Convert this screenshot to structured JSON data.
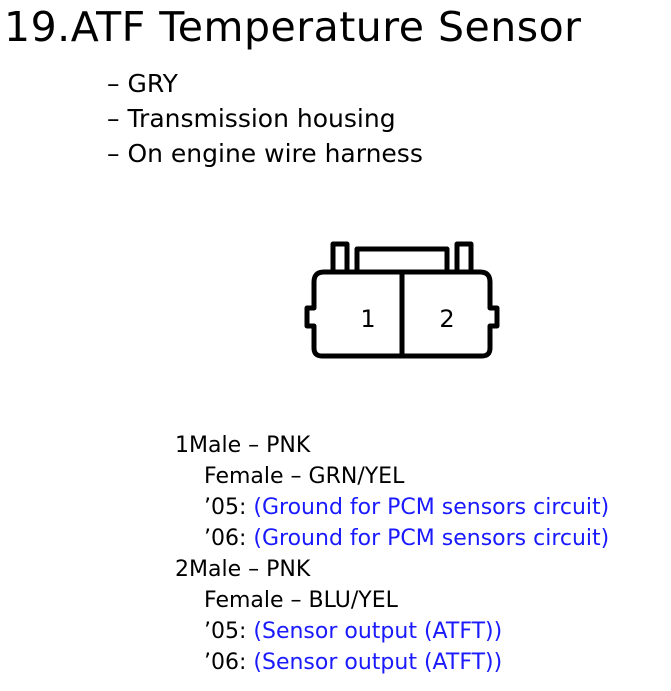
{
  "title": "19.ATF Temperature Sensor",
  "info": [
    "– GRY",
    "– Transmission housing",
    "– On engine wire harness"
  ],
  "connector": {
    "pin_labels": [
      "1",
      "2"
    ]
  },
  "pins": [
    {
      "number": "1",
      "male": "Male – PNK",
      "female": "Female – GRN/YEL",
      "year_05_label": "’05:",
      "year_05_value": "(Ground for PCM sensors circuit)",
      "year_06_label": "’06:",
      "year_06_value": "(Ground for PCM sensors circuit)"
    },
    {
      "number": "2",
      "male": "Male – PNK",
      "female": "Female – BLU/YEL",
      "year_05_label": "’05:",
      "year_05_value": "(Sensor output (ATFT))",
      "year_06_label": "’06:",
      "year_06_value": "(Sensor output (ATFT))"
    }
  ],
  "colors": {
    "text": "#000000",
    "circuit_text": "#1a1aff"
  }
}
